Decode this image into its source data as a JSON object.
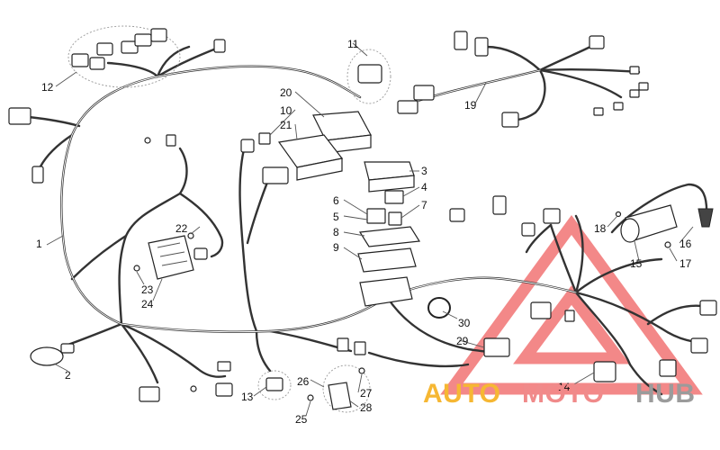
{
  "callouts": [
    "1",
    "2",
    "3",
    "4",
    "5",
    "6",
    "7",
    "8",
    "9",
    "10",
    "11",
    "12",
    "13",
    "14",
    "15",
    "16",
    "17",
    "18",
    "19",
    "20",
    "21",
    "22",
    "23",
    "24",
    "25",
    "26",
    "27",
    "28",
    "29",
    "30"
  ],
  "watermark": {
    "part1": "AUTO",
    "part2": "MOTO",
    "part3": "HUB",
    "color1": "#f6b733",
    "color2": "#f08a8a",
    "color3": "#9b9b9b",
    "triangle_color": "#f06a6a"
  }
}
